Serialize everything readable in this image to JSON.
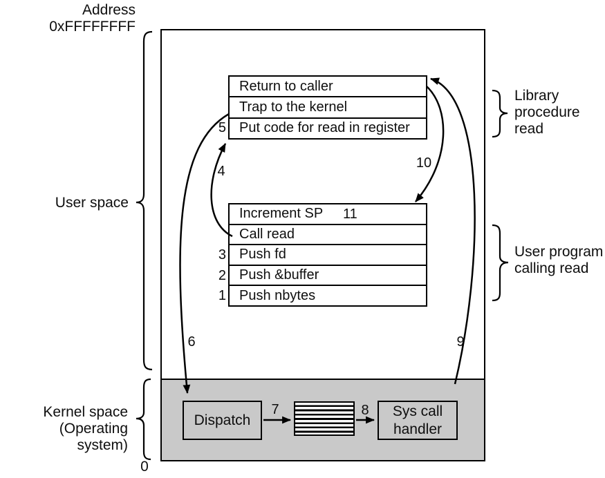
{
  "colors": {
    "line": "#000000",
    "kernel_fill": "#c9c9c9",
    "background": "#ffffff"
  },
  "margin_labels": {
    "address_top": "Address\n0xFFFFFFFF",
    "address_bottom": "0",
    "user_space": "User space",
    "kernel_space": "Kernel space\n(Operating system)",
    "library_procedure": "Library\nprocedure\nread",
    "user_program": "User program\ncalling read"
  },
  "library_box": {
    "rows": [
      "Return to caller",
      "Trap to the kernel",
      "Put code for read in register"
    ]
  },
  "user_program_box": {
    "rows": [
      "Increment SP",
      "Call read",
      "Push fd",
      "Push &buffer",
      "Push nbytes"
    ]
  },
  "kernel_boxes": {
    "dispatch": "Dispatch",
    "sys_call_handler": "Sys call\nhandler"
  },
  "steps": {
    "n1": "1",
    "n2": "2",
    "n3": "3",
    "n4": "4",
    "n5": "5",
    "n6": "6",
    "n7": "7",
    "n8": "8",
    "n9": "9",
    "n10": "10",
    "n11": "11"
  }
}
